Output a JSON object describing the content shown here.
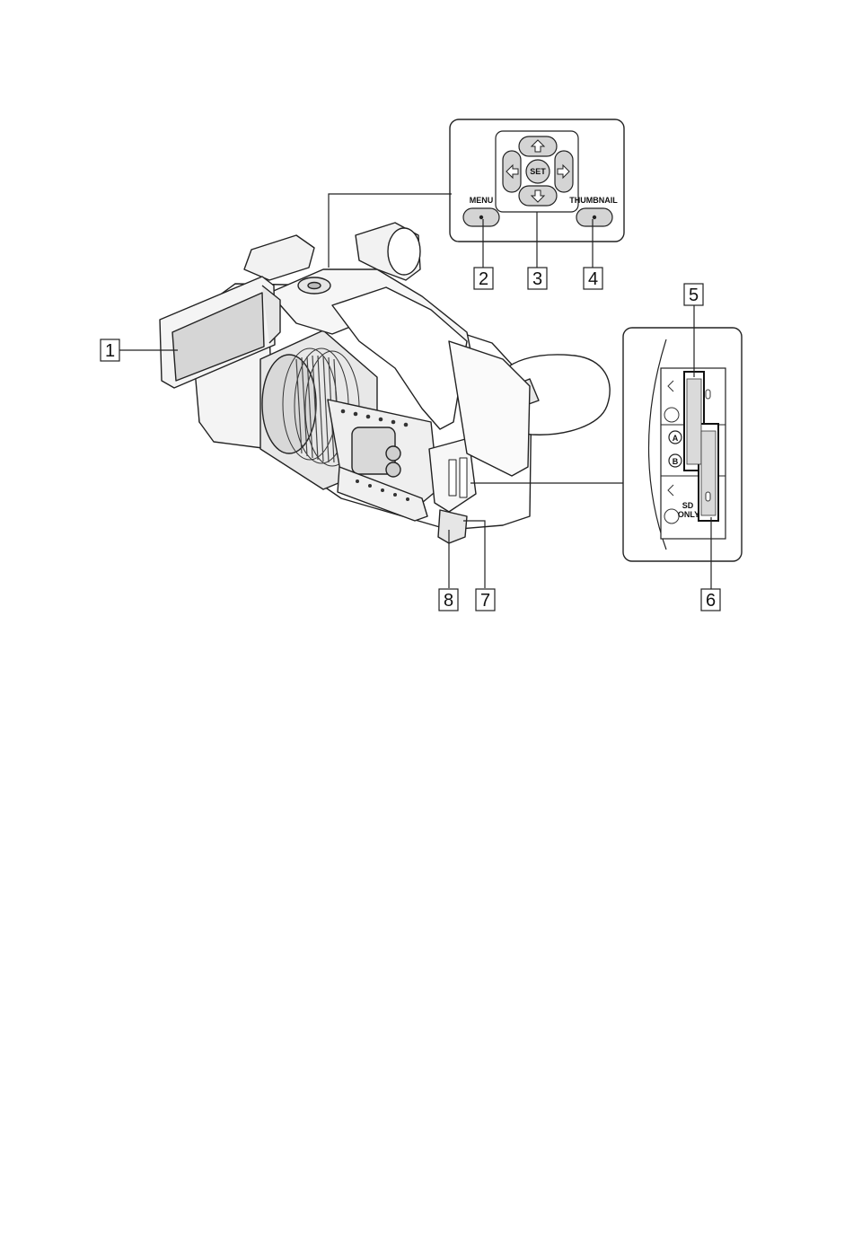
{
  "callouts": {
    "c1": "1",
    "c2": "2",
    "c3": "3",
    "c4": "4",
    "c5": "5",
    "c6": "6",
    "c7": "7",
    "c8": "8"
  },
  "control_panel": {
    "menu_label": "MENU",
    "set_label": "SET",
    "thumbnail_label": "THUMBNAIL"
  },
  "card_slot_panel": {
    "slot_a_label": "A",
    "slot_b_label": "B",
    "sd_only_line1": "SD",
    "sd_only_line2": "ONLY"
  }
}
